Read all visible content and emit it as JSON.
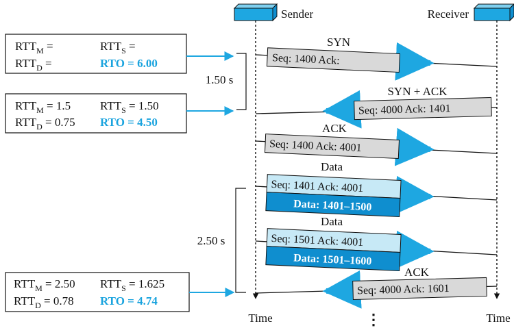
{
  "colors": {
    "blue": "#1ea7e1",
    "blue_text": "#19a3de",
    "dark_blue": "#0f8ecf",
    "light_blue": "#c7e9f6",
    "gray_box": "#d9d9d9",
    "stroke": "#111111"
  },
  "hosts": {
    "sender": "Sender",
    "receiver": "Receiver"
  },
  "time_labels": {
    "left": "Time",
    "right": "Time"
  },
  "intervals": {
    "first": "1.50 s",
    "second": "2.50 s"
  },
  "rtt_boxes": [
    {
      "rtt_m_label": "RTT",
      "rtt_m_sub": "M",
      "rtt_m_value": " =",
      "rtt_s_label": "RTT",
      "rtt_s_sub": "S",
      "rtt_s_value": " =",
      "rtt_d_label": "RTT",
      "rtt_d_sub": "D",
      "rtt_d_value": " =",
      "rto": "RTO = 6.00"
    },
    {
      "rtt_m_label": "RTT",
      "rtt_m_sub": "M",
      "rtt_m_value": " = 1.5",
      "rtt_s_label": "RTT",
      "rtt_s_sub": "S",
      "rtt_s_value": " = 1.50",
      "rtt_d_label": "RTT",
      "rtt_d_sub": "D",
      "rtt_d_value": " = 0.75",
      "rto": "RTO = 4.50"
    },
    {
      "rtt_m_label": "RTT",
      "rtt_m_sub": "M",
      "rtt_m_value": " = 2.50",
      "rtt_s_label": "RTT",
      "rtt_s_sub": "S",
      "rtt_s_value": " = 1.625",
      "rtt_d_label": "RTT",
      "rtt_d_sub": "D",
      "rtt_d_value": " = 0.78",
      "rto": "RTO = 4.74"
    }
  ],
  "segments": [
    {
      "label": "SYN",
      "header": "Seq: 1400   Ack:"
    },
    {
      "label": "SYN + ACK",
      "header": "Seq: 4000   Ack: 1401"
    },
    {
      "label": "ACK",
      "header": "Seq: 1400   Ack: 4001"
    },
    {
      "label": "Data",
      "header": "Seq: 1401   Ack: 4001",
      "data": "Data: 1401–1500"
    },
    {
      "label": "Data",
      "header": "Seq: 1501   Ack: 4001",
      "data": "Data: 1501–1600"
    },
    {
      "label": "ACK",
      "header": "Seq: 4000   Ack: 1601"
    }
  ],
  "continuation": "⋮"
}
